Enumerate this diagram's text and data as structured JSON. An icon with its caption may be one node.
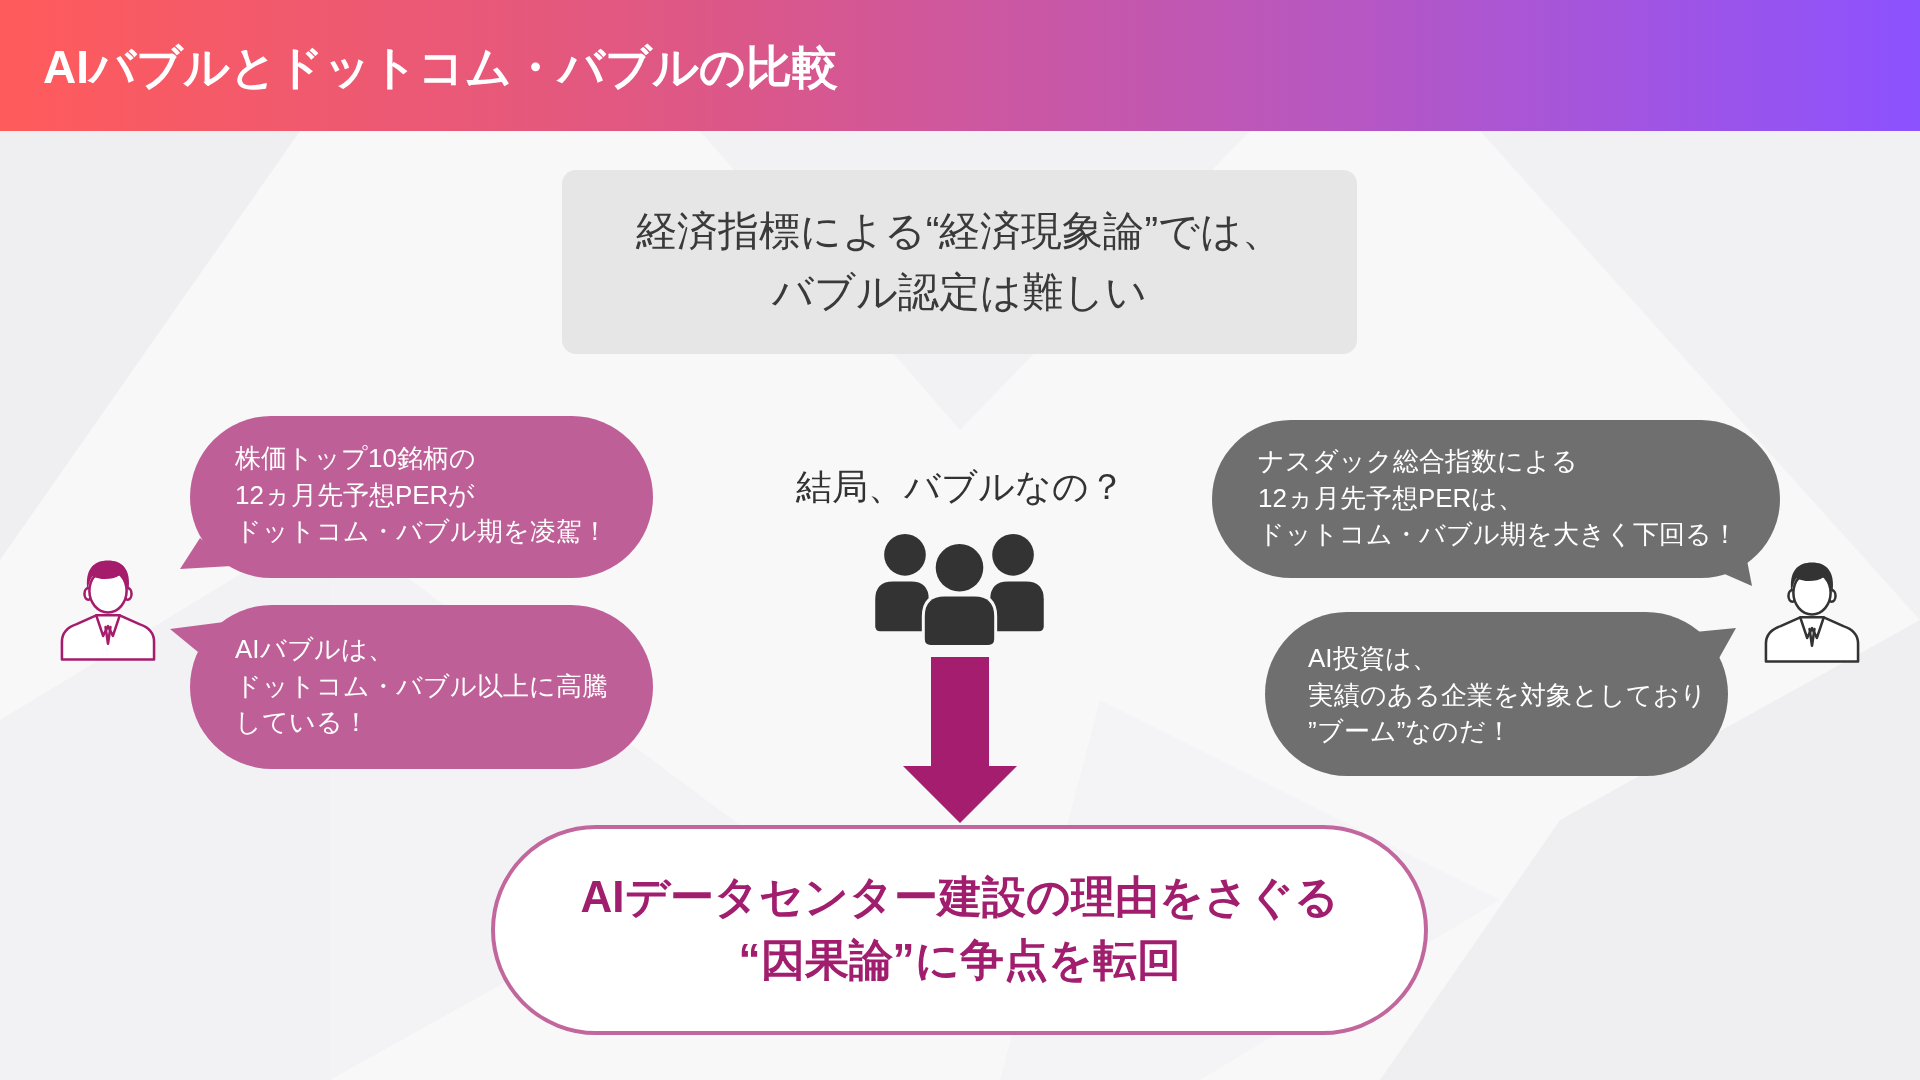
{
  "diagram": {
    "title": "AIバブルとドットコム・バブルの比較",
    "nodes": [
      {
        "text": [
          "経済指標による“経済現象論”では、バブル認定は難しい"
        ]
      },
      {
        "text": [
          "株価トップ10銘柄の12ヵ月先予想PERがドットコム・バブル期を凌駕！"
        ]
      },
      {
        "text": [
          "AIバブルは、ドットコム・バブル以上に高騰している！"
        ]
      },
      {
        "text": [
          "結局、バブルなの？"
        ]
      },
      {
        "text": [
          "ナスダック総合指数による12ヵ月先予想PERは、ドットコム・バブル期を大きく下回る！"
        ]
      },
      {
        "text": [
          "AI投資は、実績のある企業を対象としており”ブーム”なのだ！"
        ]
      },
      {
        "text": [
          "AIデータセンター建設の理由をさぐる“因果論”に争点を転回"
        ]
      }
    ],
    "edges": [
      {
        "from": 3,
        "to": 6,
        "arrow": "to"
      }
    ]
  }
}
